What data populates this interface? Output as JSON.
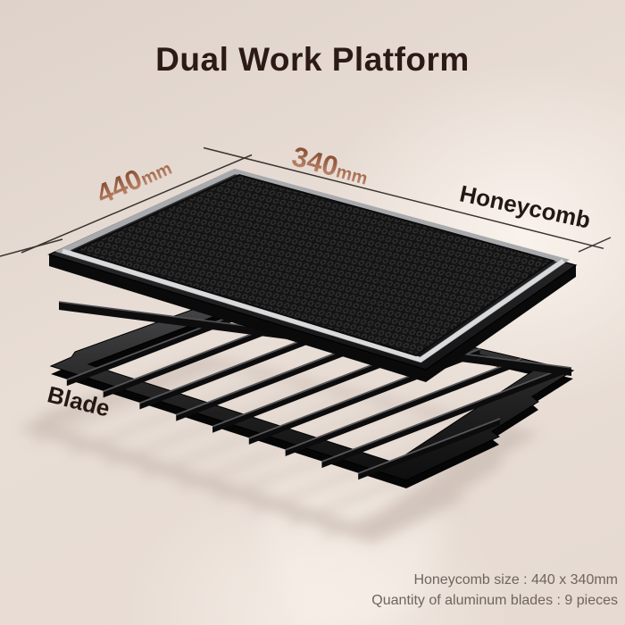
{
  "title": "Dual Work Platform",
  "product": {
    "dimensions": {
      "width": {
        "value": "440",
        "unit": "mm"
      },
      "depth": {
        "value": "340",
        "unit": "mm"
      }
    },
    "parts": {
      "top_layer": "Honeycomb",
      "bottom_layer": "Blade"
    }
  },
  "specs": {
    "line1": "Honeycomb size : 440 x 340mm",
    "line2": "Quantity of aluminum blades : 9 pieces",
    "blade_count": 9
  },
  "colors": {
    "background": "#e7dcd4",
    "title_text": "#2c1a17",
    "copper_dark": "#82462c",
    "copper_light": "#c99478",
    "part_label_text": "#241814",
    "spec_text": "#6e655f",
    "panel_black": "#1c1c1d",
    "bevel_silver": "#c9cbce"
  }
}
